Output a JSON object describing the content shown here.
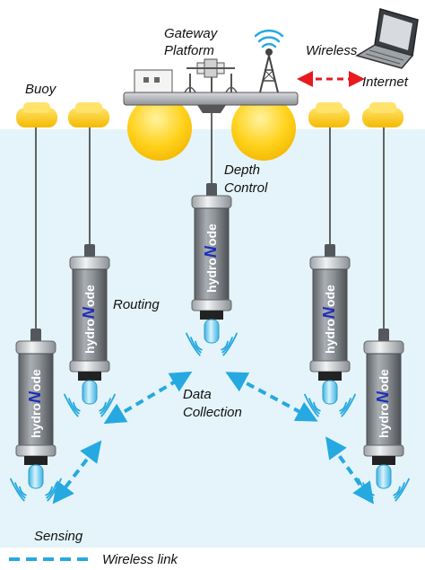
{
  "labels": {
    "gateway_line1": "Gateway",
    "gateway_line2": "Platform",
    "wireless": "Wireless",
    "internet": "Internet",
    "buoy": "Buoy",
    "depth_line1": "Depth",
    "depth_line2": "Control",
    "routing": "Routing",
    "data_line1": "Data",
    "data_line2": "Collection",
    "sensing": "Sensing",
    "legend": "Wireless link"
  },
  "node": {
    "prefix": "hydro",
    "letter": "N",
    "suffix": "ode"
  },
  "colors": {
    "water": "#e4f4fa",
    "buoy": "#ffd21c",
    "link": "#26a9e0",
    "internet_link": "#e8191f",
    "node_body": "#8a8f94",
    "node_cap": "#c8ccd0",
    "node_tip": "#5ec8ec"
  },
  "icons": [
    "laptop-icon",
    "antenna-tower-icon",
    "wifi-signal-icon",
    "sonar-wave-icon"
  ]
}
